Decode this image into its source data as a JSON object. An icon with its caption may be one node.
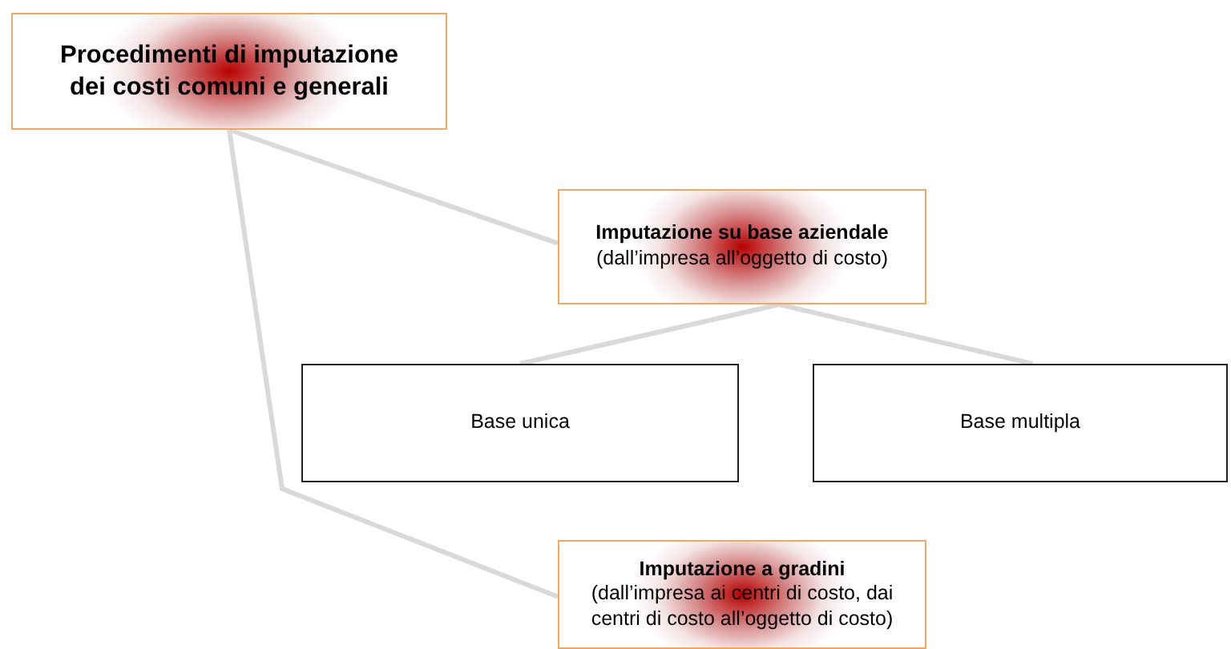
{
  "diagram": {
    "nodes": [
      {
        "text": [
          "Procedimenti di imputazione dei costi comuni e generali"
        ]
      },
      {
        "text": [
          "Imputazione su base aziendale",
          "(dall’impresa all’oggetto di costo)"
        ]
      },
      {
        "text": [
          "Base unica"
        ]
      },
      {
        "text": [
          "Base multipla"
        ]
      },
      {
        "text": [
          "Imputazione a gradini",
          "(dall’impresa ai centri di costo, dai centri di costo all’oggetto di costo)"
        ]
      }
    ],
    "edges": [
      {
        "from": 0,
        "to": 1,
        "arrow": "none"
      },
      {
        "from": 0,
        "to": 4,
        "arrow": "none"
      },
      {
        "from": 1,
        "to": 2,
        "arrow": "none"
      },
      {
        "from": 1,
        "to": 3,
        "arrow": "none"
      }
    ]
  }
}
